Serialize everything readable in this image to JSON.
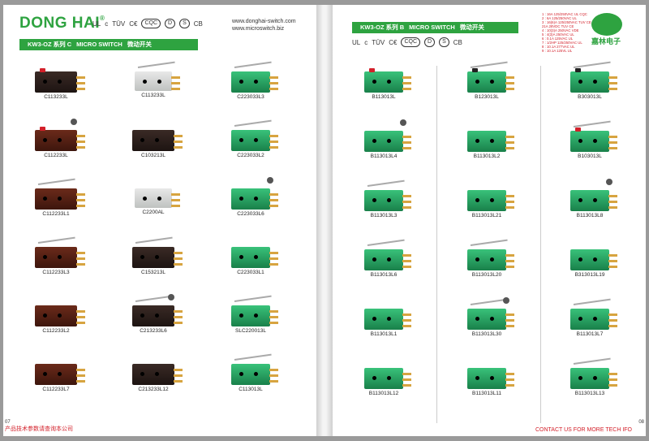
{
  "left": {
    "brand": "DONG HAI",
    "brand_mark": "®",
    "certs": [
      "UL",
      "c",
      "TÜV",
      "C€",
      "CQC",
      "D",
      "S",
      "CB"
    ],
    "websites": [
      "www.donghai-switch.com",
      "www.microswitch.biz"
    ],
    "section_bar": [
      "KW3-OZ 系列 C",
      "MICRO SWITCH",
      "微动开关"
    ],
    "items": [
      {
        "label": "C113233L",
        "style": "black redbtn"
      },
      {
        "label": "C113233L",
        "style": "clear"
      },
      {
        "label": "C223033L3",
        "style": "green"
      },
      {
        "label": "C112233L",
        "style": "brown redbtn"
      },
      {
        "label": "C103213L",
        "style": "black"
      },
      {
        "label": "C223033L2",
        "style": "green"
      },
      {
        "label": "C112233L1",
        "style": "brown"
      },
      {
        "label": "C2200AL",
        "style": "clear"
      },
      {
        "label": "C223033L6",
        "style": "green"
      },
      {
        "label": "C112233L3",
        "style": "brown"
      },
      {
        "label": "C153213L",
        "style": "black"
      },
      {
        "label": "C223033L1",
        "style": "green"
      },
      {
        "label": "C112233L2",
        "style": "brown"
      },
      {
        "label": "C213233L6",
        "style": "black"
      },
      {
        "label": "SLC220013L",
        "style": "green"
      },
      {
        "label": "C112233L7",
        "style": "brown"
      },
      {
        "label": "C213233L12",
        "style": "black"
      },
      {
        "label": "C113013L",
        "style": "green"
      }
    ],
    "footer": "产品技术参数请查询本公司",
    "page_number": "07"
  },
  "right": {
    "section_bar": [
      "KW3-OZ 系列 B",
      "MICRO SWITCH",
      "微动开关"
    ],
    "certs": [
      "UL",
      "c",
      "TÜV",
      "C€",
      "CQC",
      "D",
      "S",
      "CB"
    ],
    "logo_text": "嘉林电子",
    "specs": [
      "1 : 16A 125/250VAC  UL  CQC",
      "2 : 6A 125/250VAC  UL",
      "3 : 16(6)A 125/250VAC  TUV CE",
      "    21A 28VDC  TUV CE",
      "4 : 10(3)A 250VAC  VDE",
      "5 : 4(3)A 250VAC  UL",
      "6 : 0.1A 125VAC  UL",
      "7 : 1/2HP 125/250VAC  UL",
      "8 : 10.1A 277VAC  UL",
      "9 : 10.1A 125VL  UL"
    ],
    "items": [
      {
        "label": "B113013L",
        "style": "green redbtn"
      },
      {
        "label": "B123013L",
        "style": "green blkbtn"
      },
      {
        "label": "B303013L",
        "style": "green blkbtn"
      },
      {
        "label": "B113013L4",
        "style": "green"
      },
      {
        "label": "B113013L2",
        "style": "green"
      },
      {
        "label": "B103013L",
        "style": "green redbtn"
      },
      {
        "label": "B113013L3",
        "style": "green"
      },
      {
        "label": "B113013L21",
        "style": "green"
      },
      {
        "label": "B113013L8",
        "style": "green"
      },
      {
        "label": "B113013L6",
        "style": "green"
      },
      {
        "label": "B113013L20",
        "style": "green"
      },
      {
        "label": "B313013L19",
        "style": "green"
      },
      {
        "label": "B113013L1",
        "style": "green"
      },
      {
        "label": "B113013L30",
        "style": "green"
      },
      {
        "label": "B113013L7",
        "style": "green"
      },
      {
        "label": "B113013L12",
        "style": "green"
      },
      {
        "label": "B113013L11",
        "style": "green"
      },
      {
        "label": "B113013L13",
        "style": "green"
      }
    ],
    "footer": "CONTACT US FOR MORE TECH IFO",
    "page_number": "08"
  }
}
